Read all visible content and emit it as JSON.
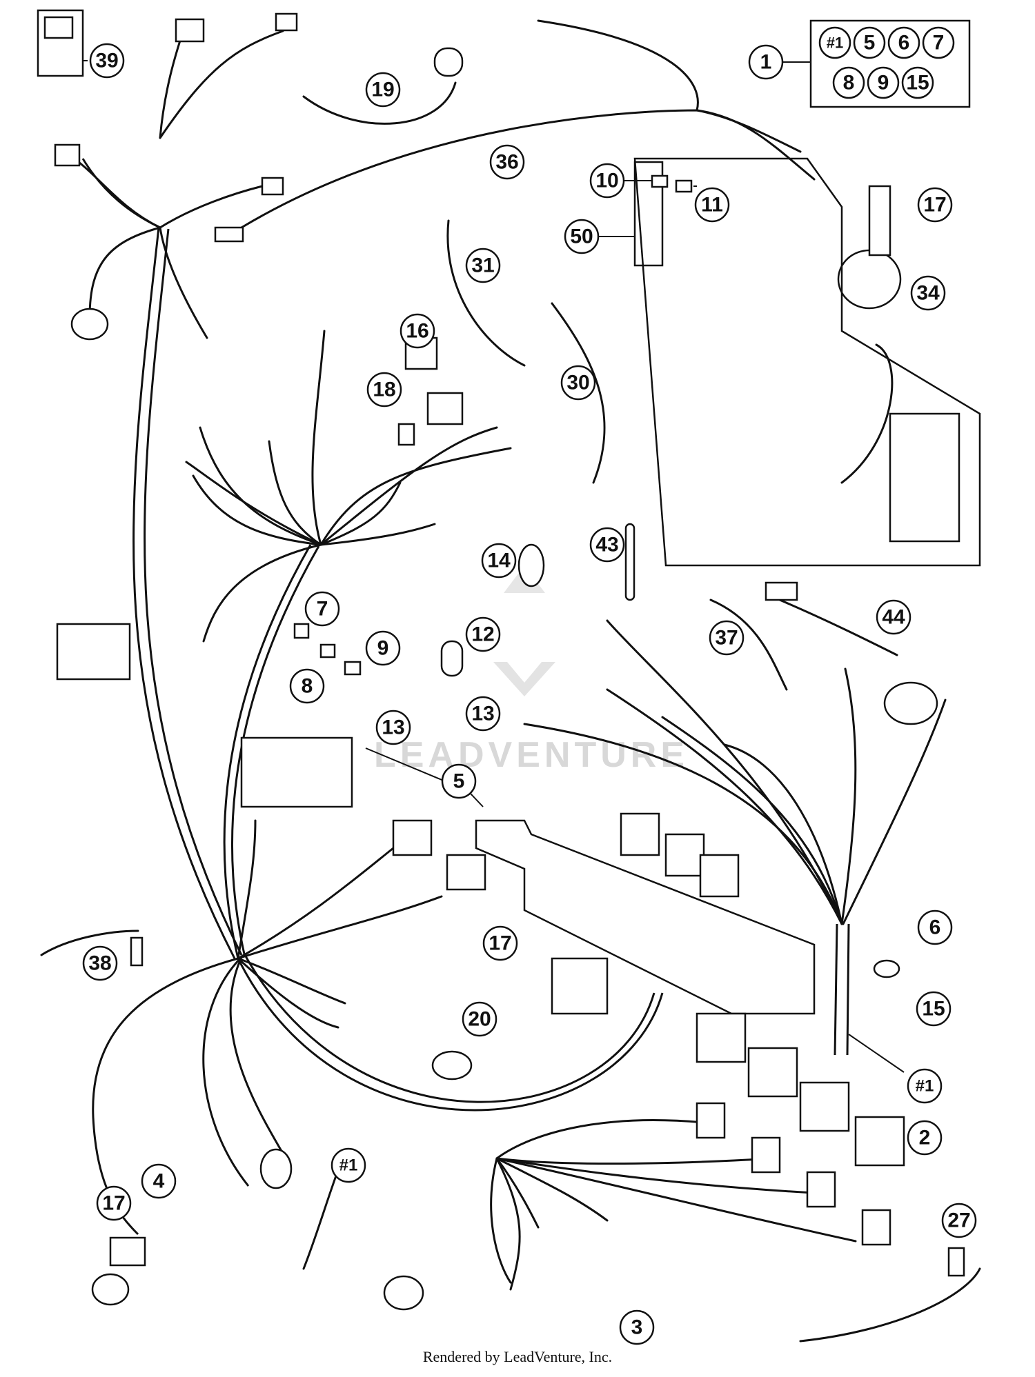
{
  "callouts": [
    {
      "id": "c1",
      "label": "1"
    },
    {
      "id": "c39",
      "label": "39"
    },
    {
      "id": "c19",
      "label": "19"
    },
    {
      "id": "c36",
      "label": "36"
    },
    {
      "id": "c10",
      "label": "10"
    },
    {
      "id": "c11",
      "label": "11"
    },
    {
      "id": "c17a",
      "label": "17"
    },
    {
      "id": "c50",
      "label": "50"
    },
    {
      "id": "c31",
      "label": "31"
    },
    {
      "id": "c34",
      "label": "34"
    },
    {
      "id": "c16",
      "label": "16"
    },
    {
      "id": "c18",
      "label": "18"
    },
    {
      "id": "c30",
      "label": "30"
    },
    {
      "id": "c14",
      "label": "14"
    },
    {
      "id": "c43",
      "label": "43"
    },
    {
      "id": "c7",
      "label": "7"
    },
    {
      "id": "c12",
      "label": "12"
    },
    {
      "id": "c37",
      "label": "37"
    },
    {
      "id": "c44",
      "label": "44"
    },
    {
      "id": "c9",
      "label": "9"
    },
    {
      "id": "c8",
      "label": "8"
    },
    {
      "id": "c13a",
      "label": "13"
    },
    {
      "id": "c13b",
      "label": "13"
    },
    {
      "id": "c5",
      "label": "5"
    },
    {
      "id": "c17b",
      "label": "17"
    },
    {
      "id": "c6",
      "label": "6"
    },
    {
      "id": "c38",
      "label": "38"
    },
    {
      "id": "c15",
      "label": "15"
    },
    {
      "id": "c20",
      "label": "20"
    },
    {
      "id": "c1b",
      "label": "#1"
    },
    {
      "id": "c2",
      "label": "2"
    },
    {
      "id": "c1c",
      "label": "#1"
    },
    {
      "id": "c4",
      "label": "4"
    },
    {
      "id": "c17c",
      "label": "17"
    },
    {
      "id": "c27",
      "label": "27"
    },
    {
      "id": "c3",
      "label": "3"
    }
  ],
  "kit_box": {
    "items": [
      "#1",
      "5",
      "6",
      "7",
      "8",
      "9",
      "15"
    ]
  },
  "watermark": "LEADVENTURE",
  "footer": "Rendered by LeadVenture, Inc."
}
